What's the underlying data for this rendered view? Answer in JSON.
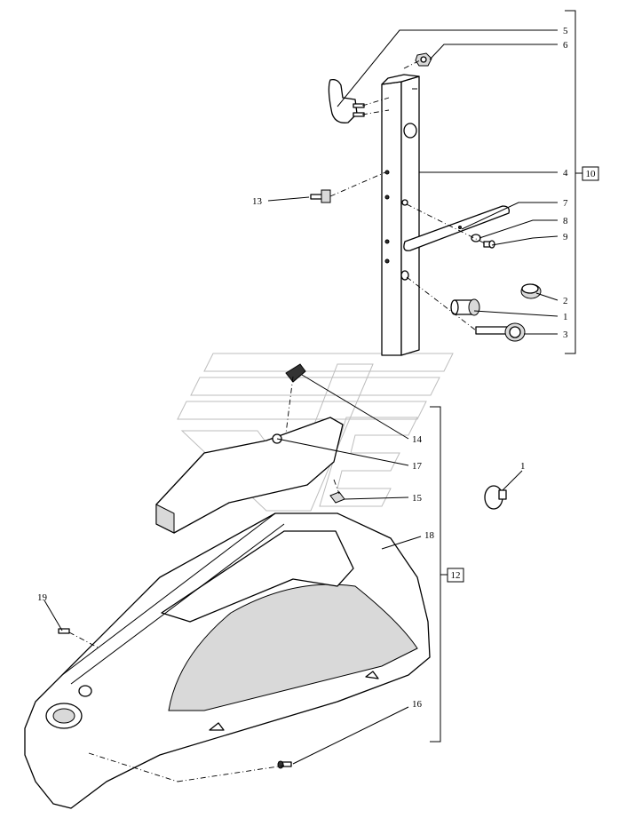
{
  "callouts": {
    "c1": "1",
    "c2": "2",
    "c3": "3",
    "c4": "4",
    "c5": "5",
    "c6": "6",
    "c7": "7",
    "c8": "8",
    "c9": "9",
    "c13": "13",
    "c14": "14",
    "c15": "15",
    "c16": "16",
    "c17": "17",
    "c18": "18",
    "c19": "19"
  },
  "groups": {
    "upper": "10",
    "lower": "12"
  }
}
